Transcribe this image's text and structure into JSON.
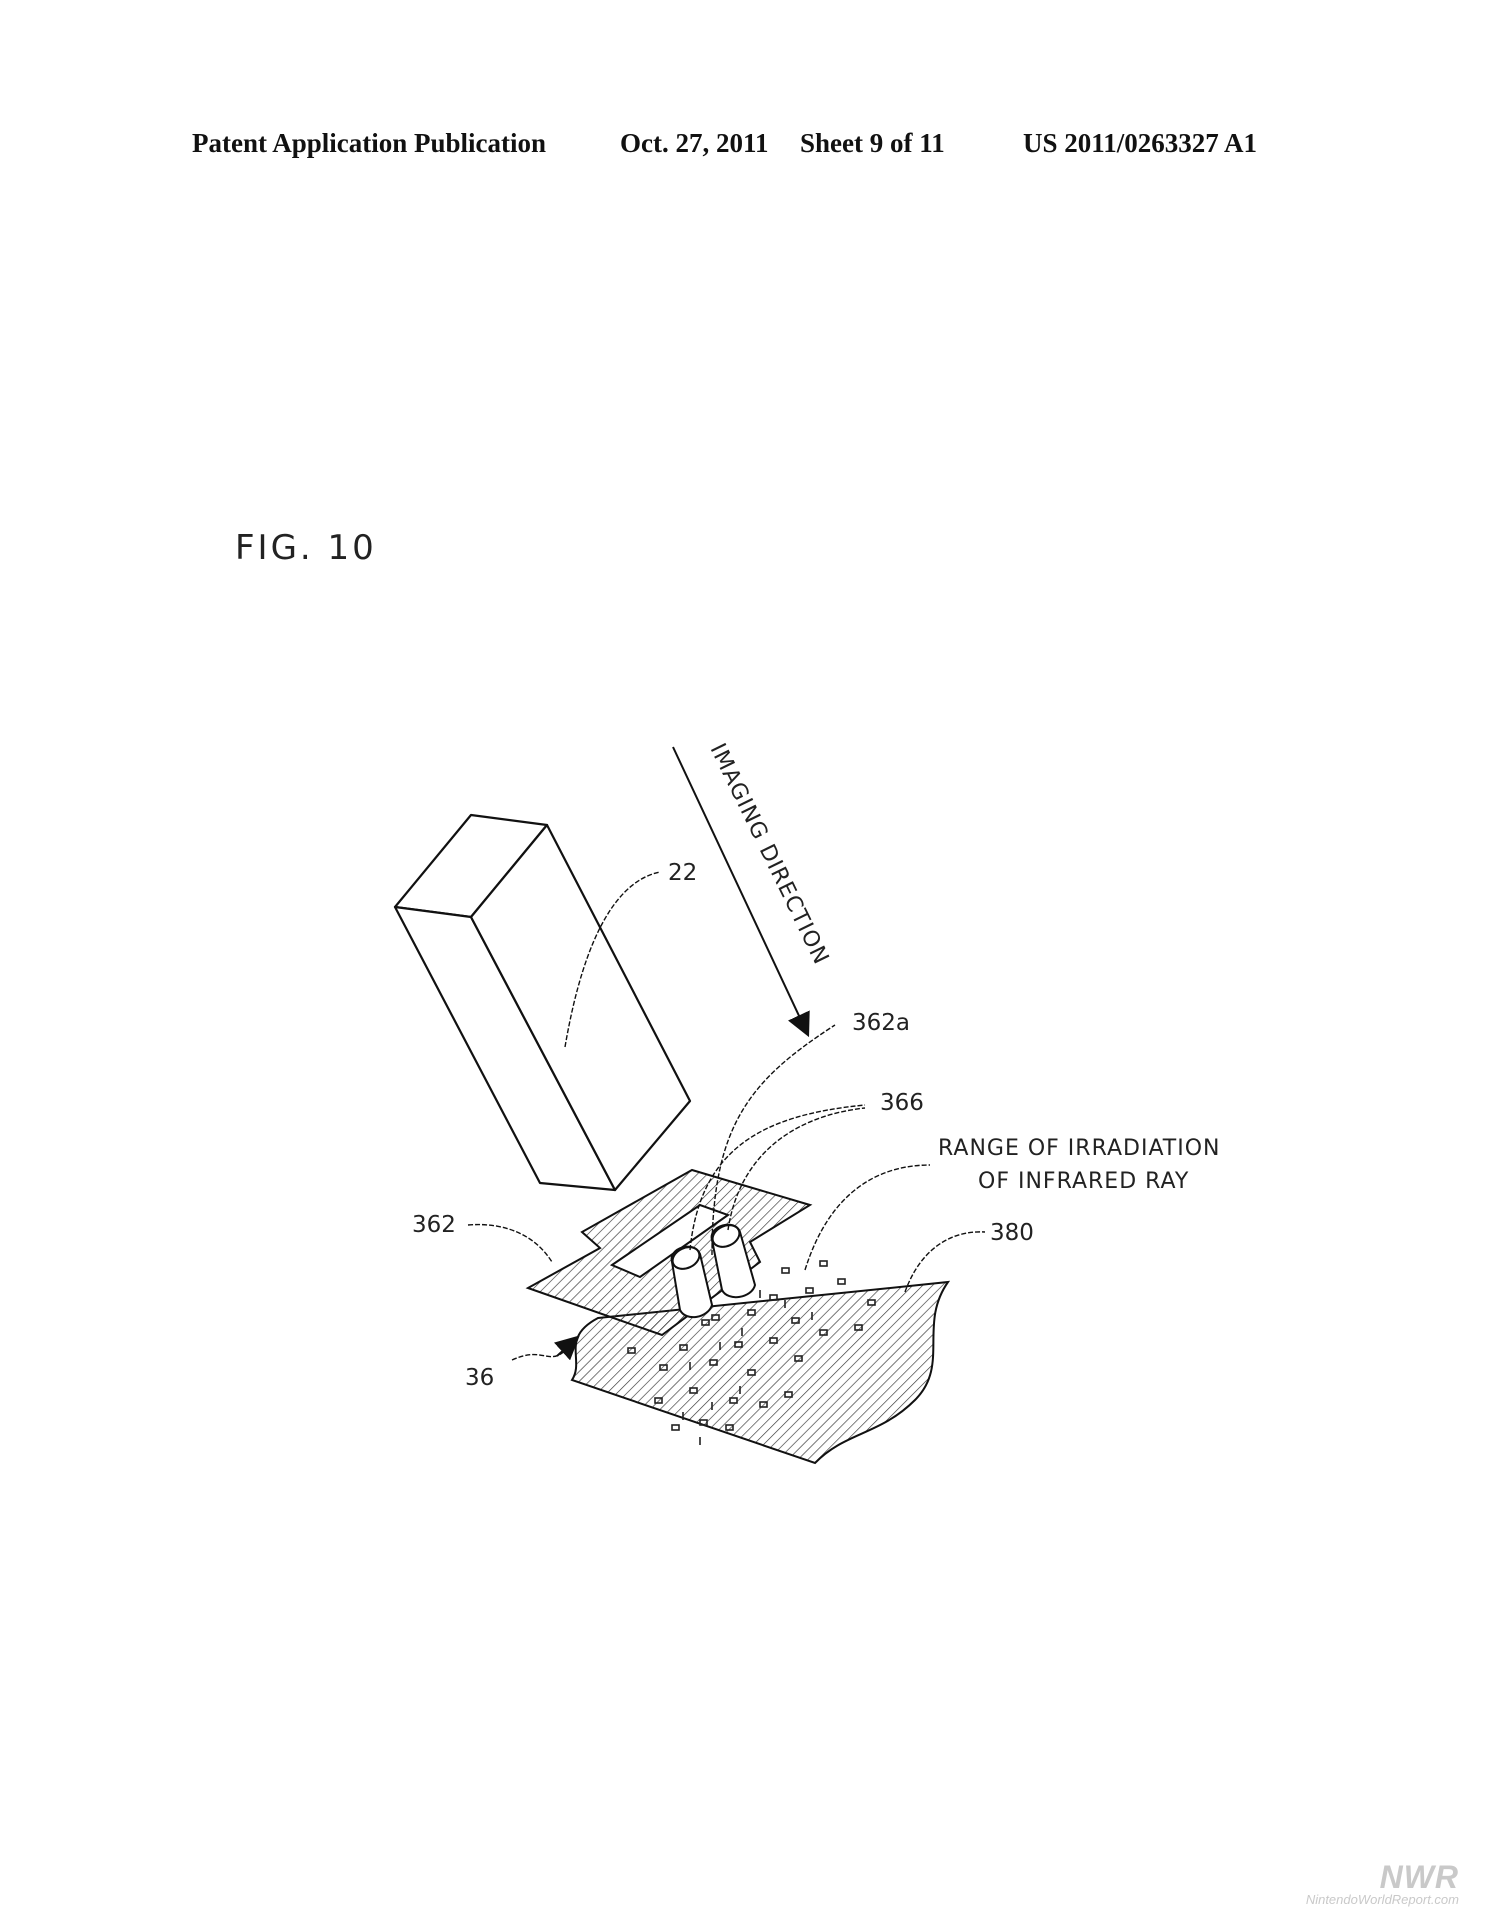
{
  "header": {
    "publication": "Patent Application Publication",
    "date": "Oct. 27, 2011",
    "sheet": "Sheet 9 of 11",
    "number": "US 2011/0263327 A1"
  },
  "figure": {
    "label": "FIG. 10",
    "arrow_label": "IMAGING DIRECTION",
    "ref_22": "22",
    "ref_362a": "362a",
    "ref_366": "366",
    "irradiation_line1": "RANGE OF IRRADIATION",
    "irradiation_line2": "OF INFRARED RAY",
    "ref_362": "362",
    "ref_380": "380",
    "ref_36": "36"
  },
  "watermark": {
    "logo": "NWR",
    "site": "NintendoWorldReport.com"
  }
}
